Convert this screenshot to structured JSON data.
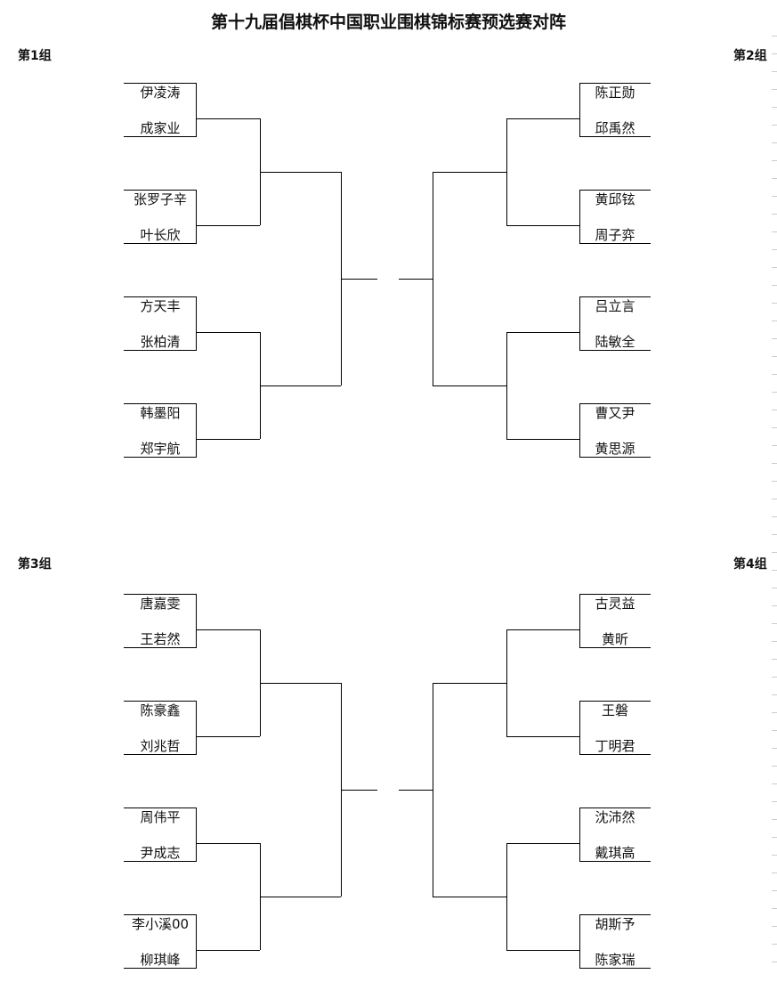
{
  "title": "第十九届倡棋杯中国职业围棋锦标赛预选赛对阵",
  "groups": [
    {
      "label": "第1组",
      "side": "left",
      "matches": [
        [
          "伊凌涛",
          "成家业"
        ],
        [
          "张罗子辛",
          "叶长欣"
        ],
        [
          "方天丰",
          "张柏清"
        ],
        [
          "韩墨阳",
          "郑宇航"
        ]
      ]
    },
    {
      "label": "第2组",
      "side": "right",
      "matches": [
        [
          "陈正勋",
          "邱禹然"
        ],
        [
          "黄邱铉",
          "周子弈"
        ],
        [
          "吕立言",
          "陆敏全"
        ],
        [
          "曹又尹",
          "黄思源"
        ]
      ]
    },
    {
      "label": "第3组",
      "side": "left",
      "matches": [
        [
          "唐嘉雯",
          "王若然"
        ],
        [
          "陈豪鑫",
          "刘兆哲"
        ],
        [
          "周伟平",
          "尹成志"
        ],
        [
          "李小溪00",
          "柳琪峰"
        ]
      ]
    },
    {
      "label": "第4组",
      "side": "right",
      "matches": [
        [
          "古灵益",
          "黄昕"
        ],
        [
          "王磐",
          "丁明君"
        ],
        [
          "沈沛然",
          "戴琪高"
        ],
        [
          "胡斯予",
          "陈家瑞"
        ]
      ]
    }
  ]
}
